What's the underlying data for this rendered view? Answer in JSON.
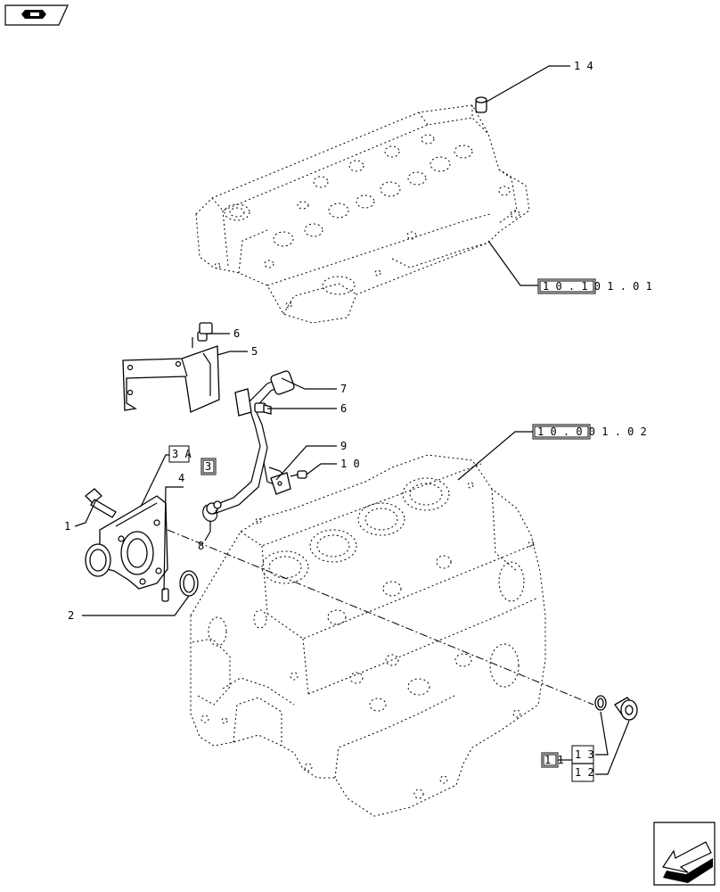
{
  "labels": {
    "part_1": "1",
    "part_2": "2",
    "part_3": "3",
    "part_3a": "3 A",
    "part_4": "4",
    "part_5": "5",
    "part_6_top": "6",
    "part_6_lower": "6",
    "part_7": "7",
    "part_8": "8",
    "part_9": "9",
    "part_10": "1 0",
    "part_11": "1 1",
    "part_12": "1 2",
    "part_13": "1 3",
    "part_14": "1 4",
    "ref_head": "1 0 . 1 0 1 . 0 1",
    "ref_block": "1 0 . 0 0 1 . 0 2"
  },
  "icons": {
    "top_left": "catalog-book-icon",
    "bottom_right": "next-page-arrow-icon"
  }
}
